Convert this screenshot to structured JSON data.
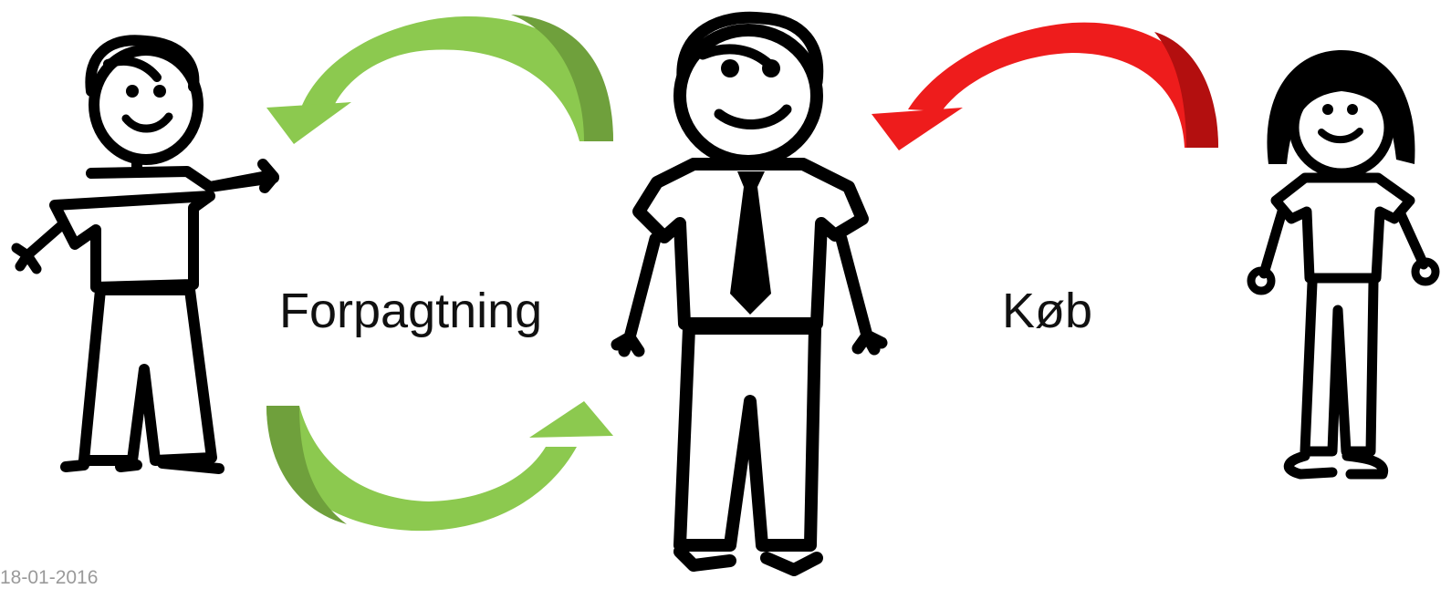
{
  "labels": {
    "lease": "Forpagtning",
    "purchase": "Køb"
  },
  "footer": {
    "date": "18-01-2016"
  },
  "colors": {
    "lease_arrows": "#8cc94f",
    "lease_arrows_shade": "#6fa03c",
    "purchase_arrow": "#ee1c1c",
    "purchase_arrow_shade": "#b30f0f",
    "figures": "#000000"
  },
  "figures": [
    "left-boy-figure",
    "center-man-tie-figure",
    "right-girl-figure"
  ]
}
